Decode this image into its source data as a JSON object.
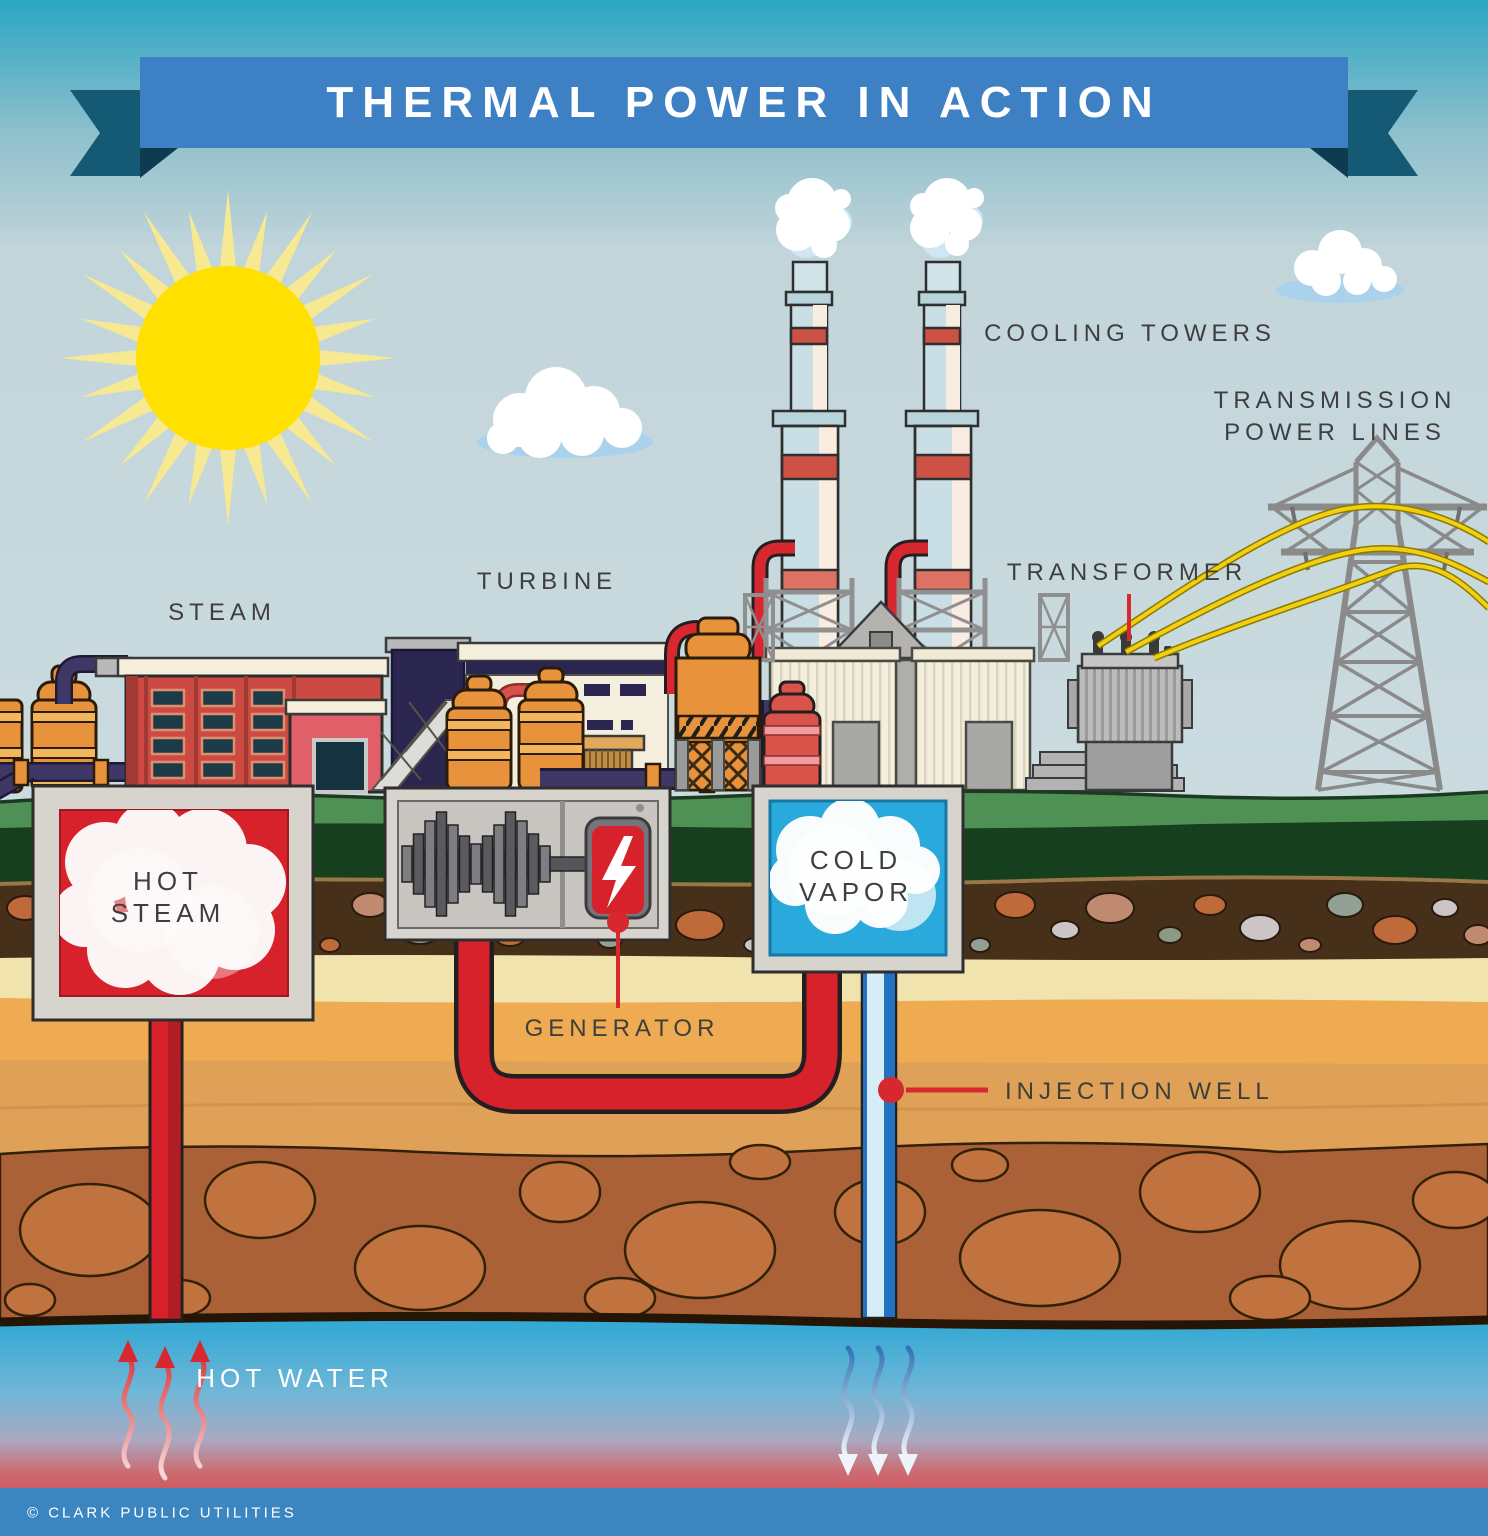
{
  "title": {
    "banner_label": "THERMAL POWER IN ACTION"
  },
  "labels": {
    "steam": "STEAM",
    "turbine": "TURBINE",
    "cooling_towers": "COOLING TOWERS",
    "transmission_line1": "TRANSMISSION",
    "transmission_line2": "POWER LINES",
    "transformer": "TRANSFORMER",
    "generator": "GENERATOR",
    "injection_well": "INJECTION WELL",
    "hot_water": "HOT WATER",
    "hot_steam_line1": "HOT",
    "hot_steam_line2": "STEAM",
    "cold_vapor_line1": "COLD",
    "cold_vapor_line2": "VAPOR"
  },
  "footer": {
    "copyright": "© CLARK PUBLIC UTILITIES"
  },
  "colors": {
    "accent_red": "#d7282f",
    "label_gray": "#3f3e3e",
    "banner_blue": "#3d80c3",
    "footer_blue": "#3b86c0",
    "sky_teal": "#2aa6c4",
    "water_blue": "#27a6d4",
    "hot_box_red": "#d7222c",
    "cold_box_blue": "#2aa9dc",
    "cable_yellow": "#f2cf12",
    "sun_yellow": "#ffe000",
    "grass_green": "#4f9155",
    "soil_orange": "#eeab51"
  }
}
